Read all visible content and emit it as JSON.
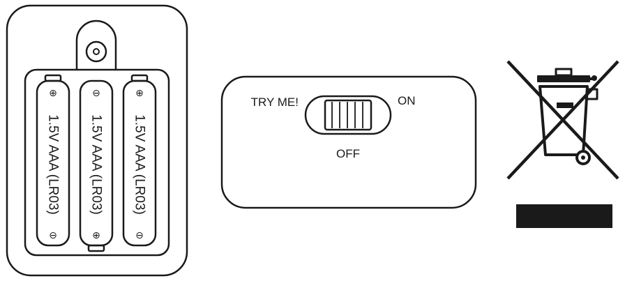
{
  "battery_compartment": {
    "batteries": [
      {
        "label": "1.5V AAA (LR03)",
        "orientation": "plus-top",
        "top_symbol": "⊕",
        "bottom_symbol": "⊖"
      },
      {
        "label": "1.5V AAA (LR03)",
        "orientation": "minus-top",
        "top_symbol": "⊖",
        "bottom_symbol": "⊕"
      },
      {
        "label": "1.5V AAA (LR03)",
        "orientation": "plus-top",
        "top_symbol": "⊕",
        "bottom_symbol": "⊖"
      }
    ]
  },
  "switch_panel": {
    "try_me_label": "TRY ME!",
    "on_label": "ON",
    "off_label": "OFF"
  },
  "weee_symbol": {
    "icon": "crossed-out-wheelie-bin-icon",
    "has_black_bar": true
  },
  "colors": {
    "line": "#1a1a1a",
    "background": "#ffffff"
  }
}
